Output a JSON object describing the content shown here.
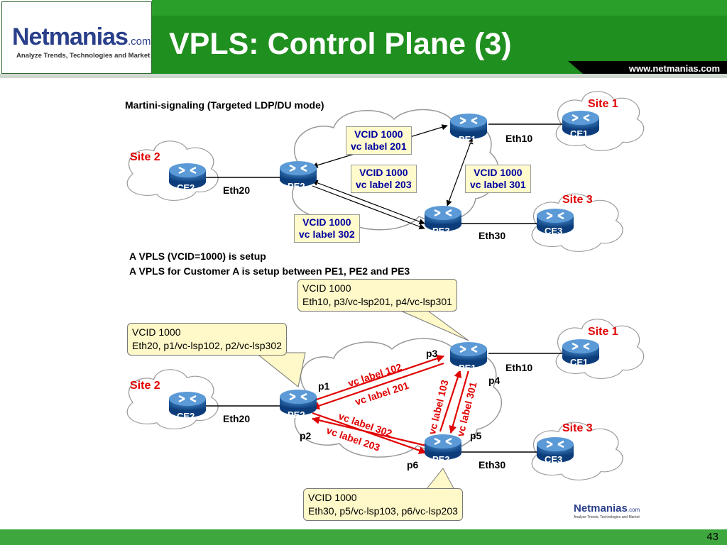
{
  "header": {
    "title": "VPLS: Control Plane (3)",
    "url": "www.netmanias.com",
    "logo_main": "Netmanias",
    "logo_tld": ".com",
    "tagline": "Analyze Trends, Technologies and Market",
    "colors": {
      "green": "#1f8f1f",
      "dark": "#000000",
      "blue": "#2a3f8a"
    }
  },
  "top_diagram": {
    "caption": "Martini-signaling (Targeted LDP/DU mode)",
    "sites": [
      "Site 1",
      "Site 2",
      "Site 3"
    ],
    "routers": {
      "pe1": "PE1",
      "pe2": "PE2",
      "pe3": "PE3",
      "ce1": "CE1",
      "ce2": "CE2",
      "ce3": "CE3"
    },
    "links": {
      "eth10": "Eth10",
      "eth20": "Eth20",
      "eth30": "Eth30"
    },
    "vc_boxes": [
      {
        "line1": "VCID 1000",
        "line2": "vc label 201"
      },
      {
        "line1": "VCID 1000",
        "line2": "vc label 203"
      },
      {
        "line1": "VCID 1000",
        "line2": "vc label 301"
      },
      {
        "line1": "VCID 1000",
        "line2": "vc label 302"
      }
    ],
    "notes": [
      "A VPLS (VCID=1000) is setup",
      "A VPLS for Customer A is setup between PE1, PE2 and PE3"
    ]
  },
  "bottom_diagram": {
    "sites": [
      "Site 1",
      "Site 2",
      "Site 3"
    ],
    "routers": {
      "pe1": "PE1",
      "pe2": "PE2",
      "pe3": "PE3",
      "ce1": "CE1",
      "ce2": "CE2",
      "ce3": "CE3"
    },
    "links": {
      "eth10": "Eth10",
      "eth20": "Eth20",
      "eth30": "Eth30"
    },
    "ports": {
      "p1": "p1",
      "p2": "p2",
      "p3": "p3",
      "p4": "p4",
      "p5": "p5",
      "p6": "p6"
    },
    "vc_labels": [
      "vc label 102",
      "vc label 201",
      "vc label 302",
      "vc label 203",
      "vc label 103",
      "vc label 301"
    ],
    "callouts": {
      "pe1": {
        "line1": "VCID 1000",
        "line2": "Eth10, p3/vc-lsp201, p4/vc-lsp301"
      },
      "pe2": {
        "line1": "VCID 1000",
        "line2": "Eth20, p1/vc-lsp102, p2/vc-lsp302"
      },
      "pe3": {
        "line1": "VCID 1000",
        "line2": "Eth30, p5/vc-lsp103, p6/vc-lsp203"
      }
    }
  },
  "footer": {
    "page": "43",
    "mini_logo": "Netmanias",
    "mini_tld": ".com",
    "mini_tag": "Analyze Trends, Technologies and Market"
  }
}
